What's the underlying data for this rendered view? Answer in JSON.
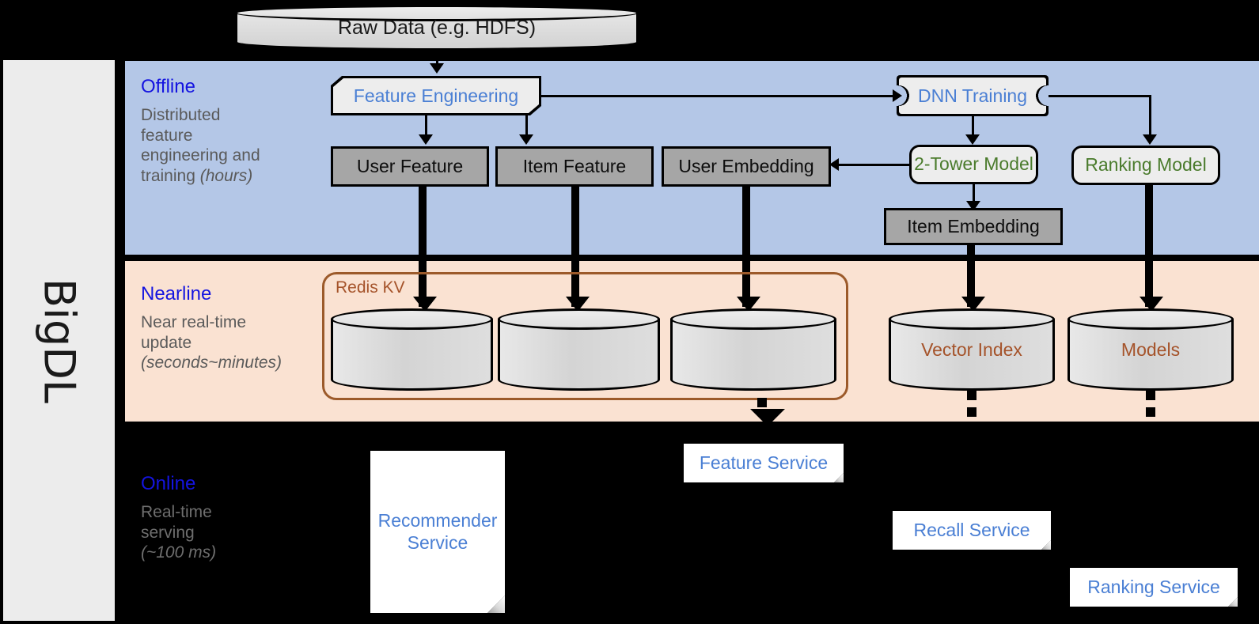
{
  "framework": {
    "name": "BigDL"
  },
  "bands": [
    {
      "id": "offline",
      "title": "Offline",
      "desc_plain": "Distributed feature engineering and ",
      "desc_italic": "(hours)"
    },
    {
      "id": "nearline",
      "title": "Nearline",
      "desc_plain": "Near real-time update ",
      "desc_italic": "(seconds~minutes)"
    },
    {
      "id": "online",
      "title": "Online",
      "desc_plain": "Real-time serving ",
      "desc_italic": "(~100 ms)"
    }
  ],
  "offline_text": {
    "title": "Offline",
    "line1": "Distributed",
    "line2": "feature",
    "line3": "engineering and",
    "line4": "training ",
    "line4_it": "(hours)"
  },
  "nearline_text": {
    "title": "Nearline",
    "line1": "Near real-time",
    "line2": "update",
    "line3_it": "(seconds~minutes)"
  },
  "online_text": {
    "title": "Online",
    "line1": "Real-time",
    "line2": "serving",
    "line3_it": "(~100 ms)"
  },
  "nodes": {
    "raw_data": "Raw Data (e.g. HDFS)",
    "feature_engineering": "Feature Engineering",
    "dnn_training": "DNN Training",
    "user_feature": "User Feature",
    "item_feature": "Item Feature",
    "user_embedding": "User Embedding",
    "two_tower_model": "2-Tower Model",
    "ranking_model": "Ranking Model",
    "item_embedding": "Item Embedding",
    "redis_kv": "Redis KV",
    "vector_index": "Vector Index",
    "models": "Models",
    "feature_service": "Feature Service",
    "recall_service": "Recall Service",
    "ranking_service": "Ranking Service",
    "recommender_service_l1": "Recommender",
    "recommender_service_l2": "Service"
  },
  "colors": {
    "offline_band": "#b4c7e7",
    "nearline_band": "#fae2d2",
    "online_band": "#000000",
    "band_title": "#1414e0",
    "band_desc": "#5a5a5a",
    "blue_node_text": "#4a7fd4",
    "green_node_text": "#4a7b2c",
    "brown_text": "#a5532a",
    "gray_box_fill": "#a6a6a6",
    "light_box_fill": "#ededed",
    "rail_fill": "#ececec"
  }
}
